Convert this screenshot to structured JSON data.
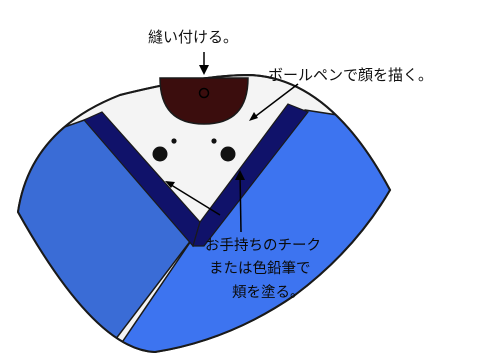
{
  "labels": {
    "sew": "縫い付ける。",
    "face": "ボールペンで顔を描く。",
    "cheek_line1": "お手持ちのチーク",
    "cheek_line2": "または色鉛筆で",
    "cheek_line3": "頬を塗る。"
  },
  "colors": {
    "background": "#ffffff",
    "outline": "#1a1a1a",
    "face_white": "#f4f4f4",
    "hair_brown": "#3b0d0d",
    "collar_navy": "#10126a",
    "kimono_left": "#3a6cd6",
    "kimono_right": "#3d74f0",
    "eyes": "#111111"
  }
}
